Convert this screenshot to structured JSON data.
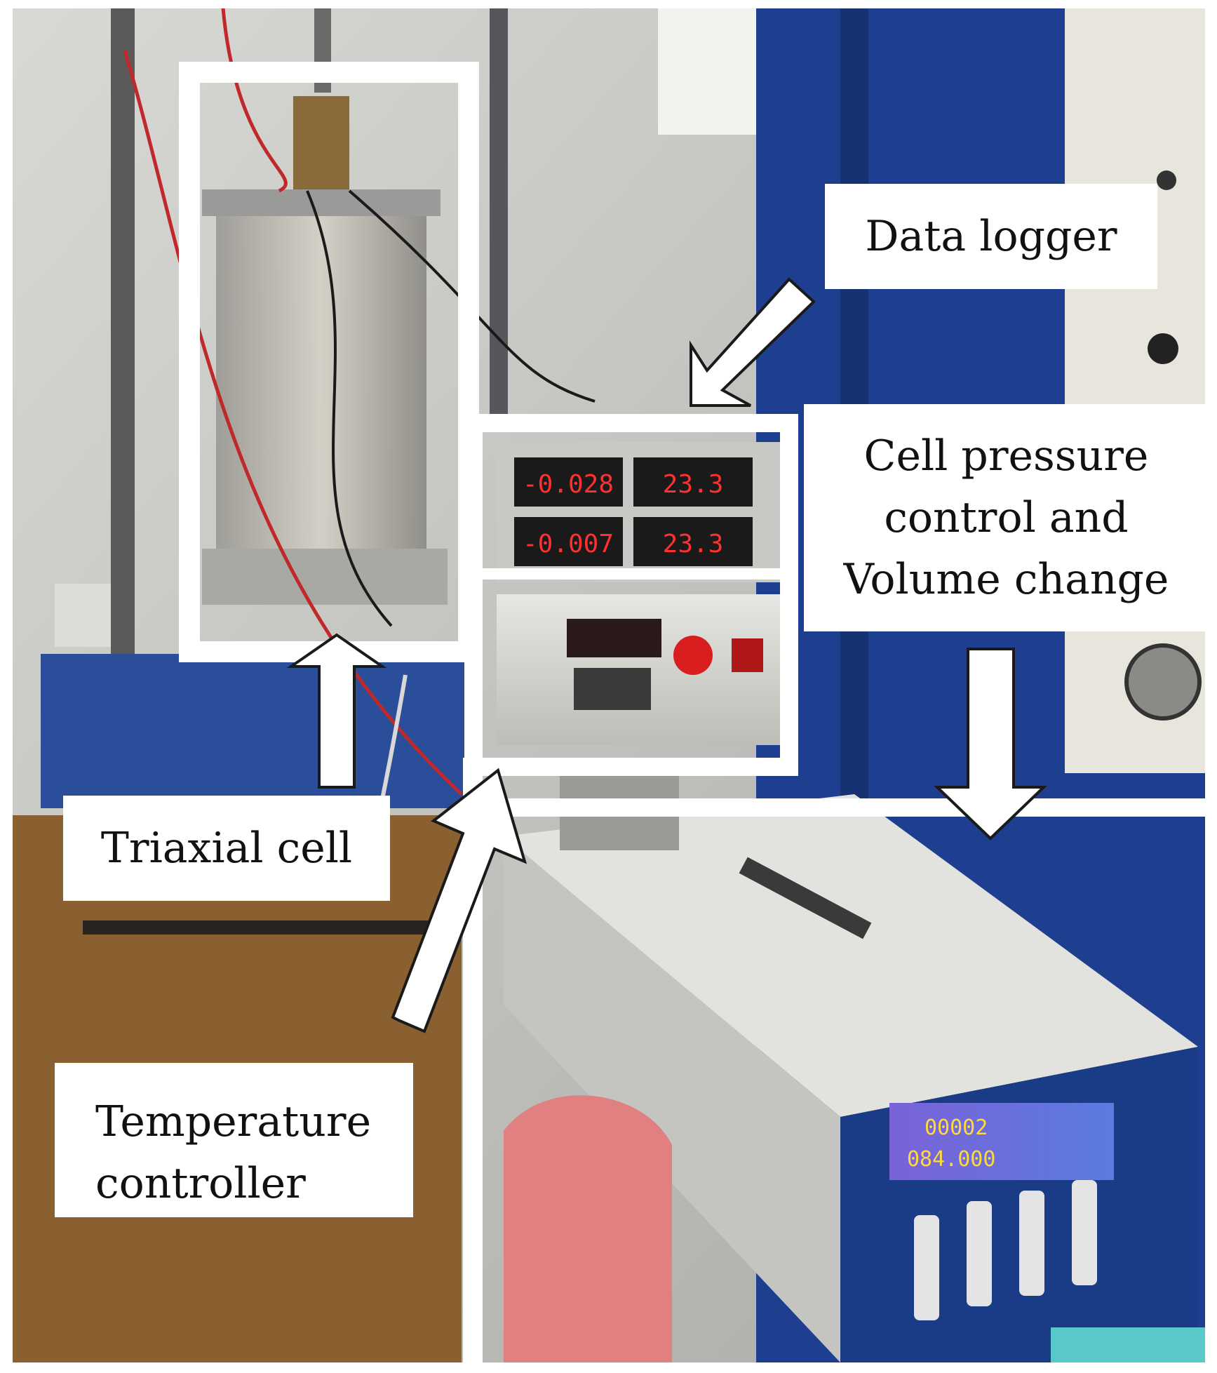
{
  "labels": {
    "data_logger": "Data logger",
    "cell_pressure": [
      "Cell pressure",
      "control and",
      "Volume change"
    ],
    "triaxial_cell": "Triaxial cell",
    "temperature_controller": [
      "Temperature",
      "controller"
    ]
  },
  "displays": {
    "logger_1": "-0.028",
    "logger_2": "23.3",
    "logger_3": "-0.007",
    "logger_4": "23.3",
    "lcd_1": "00002",
    "lcd_2": "084.000"
  },
  "colors": {
    "highlight_frame": "#ffffff",
    "led_red": "#ff3030",
    "panel_blue": "#1e3f8f",
    "lab_wall": "#c8c8c4"
  }
}
